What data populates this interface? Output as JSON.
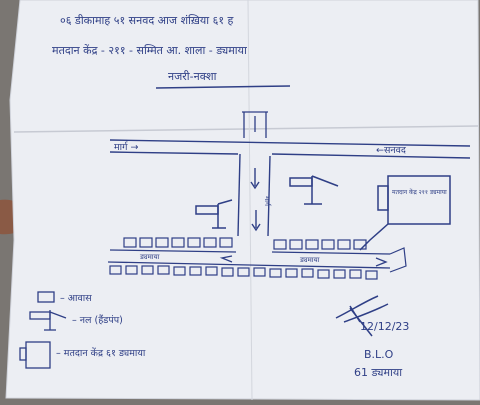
{
  "header": {
    "line1": "०६ डीकामाह ५१ सनवद आज शंख़िया ६१ ह",
    "line2": "मतदान केंद्र - २११ - सम्मित आ. शाला - ड्यमाया",
    "line3": "नजरी-नक्शा"
  },
  "map": {
    "road_left_label": "मार्ग →",
    "road_right_label": "←सनवद",
    "vertical_road_label": "मार्ग",
    "lower_road_left_label": "ड्यमाया",
    "lower_road_right_label": "ड्यमाया",
    "polling_building_label": "मतदान केंद्र २११ ड्यमाया"
  },
  "legend": {
    "house_label": "– आवास",
    "tap_label": "– नल (हैंडपंप)",
    "polling_label": "– मतदान केंद्र ६१ ड्यमाया"
  },
  "signature": {
    "date": "12/12/23",
    "role": "B.L.O",
    "place": "61 ड्यमाया"
  },
  "colors": {
    "ink": "#2f3f86",
    "paper": "#eceef3",
    "background": "#6f6c69"
  }
}
